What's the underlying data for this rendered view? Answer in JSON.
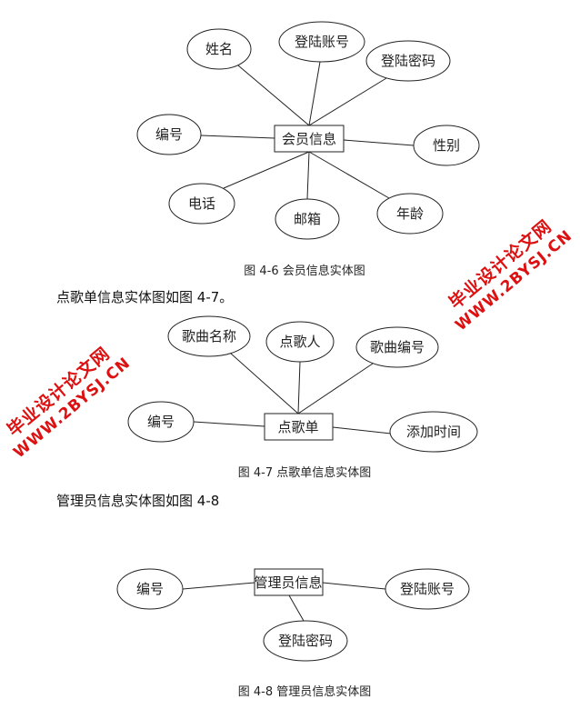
{
  "figure_4_6": {
    "entity": "会员信息",
    "attributes": [
      "姓名",
      "登陆账号",
      "登陆密码",
      "编号",
      "性别",
      "电话",
      "邮箱",
      "年龄"
    ],
    "caption": "图 4-6 会员信息实体图"
  },
  "paragraph_1": "点歌单信息实体图如图 4-7。",
  "figure_4_7": {
    "entity": "点歌单",
    "attributes": [
      "歌曲名称",
      "点歌人",
      "歌曲编号",
      "编号",
      "添加时间"
    ],
    "caption": "图 4-7 点歌单信息实体图"
  },
  "paragraph_2": "管理员信息实体图如图 4-8",
  "figure_4_8": {
    "entity": "管理员信息",
    "attributes": [
      "编号",
      "登陆账号",
      "登陆密码"
    ],
    "caption": "图 4-8 管理员信息实体图"
  },
  "watermark": {
    "name": "毕业设计论文网",
    "url": "WWW.2BYSJ.CN"
  }
}
